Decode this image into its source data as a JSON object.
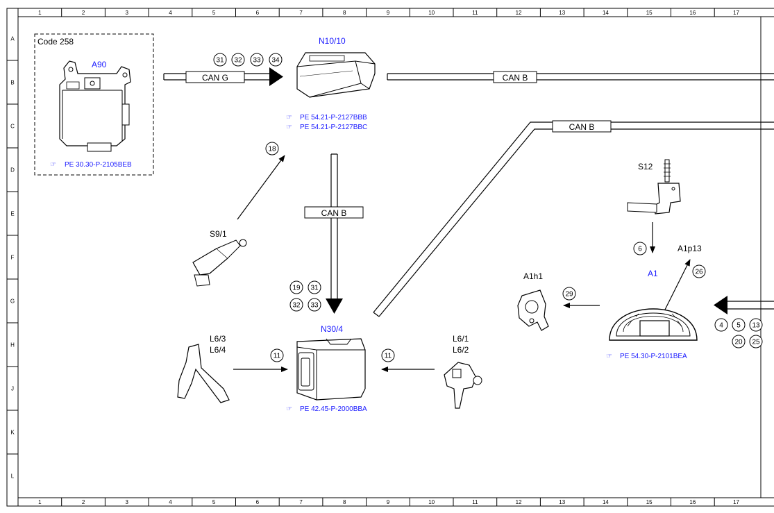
{
  "grid": {
    "columns": [
      "1",
      "2",
      "3",
      "4",
      "5",
      "6",
      "7",
      "8",
      "9",
      "10",
      "11",
      "12",
      "13",
      "14",
      "15",
      "16",
      "17"
    ],
    "rows": [
      "A",
      "B",
      "C",
      "D",
      "E",
      "F",
      "G",
      "H",
      "J",
      "K",
      "L"
    ]
  },
  "code_box": {
    "label": "Code 258"
  },
  "components": {
    "a90": {
      "label": "A90",
      "ref": "PE 30.30-P-2105BEB"
    },
    "n10": {
      "label": "N10/10",
      "ref1": "PE 54.21-P-2127BBB",
      "ref2": "PE 54.21-P-2127BBC"
    },
    "n30": {
      "label": "N30/4",
      "ref": "PE 42.45-P-2000BBA"
    },
    "a1": {
      "label": "A1",
      "ref": "PE 54.30-P-2101BEA"
    },
    "s91": {
      "label": "S9/1"
    },
    "s12": {
      "label": "S12"
    },
    "a1h1": {
      "label": "A1h1"
    },
    "a1p13": {
      "label": "A1p13"
    },
    "l63": {
      "label1": "L6/3",
      "label2": "L6/4"
    },
    "l61": {
      "label1": "L6/1",
      "label2": "L6/2"
    }
  },
  "buses": {
    "can_g": "CAN G",
    "can_b_top": "CAN B",
    "can_b_diag": "CAN B",
    "can_b_vertical": "CAN B"
  },
  "signals": {
    "can_g_group": [
      "31",
      "32",
      "33",
      "34"
    ],
    "s91_arrow": "18",
    "nvert_group": [
      "19",
      "31",
      "32",
      "33"
    ],
    "l63_arrow": "11",
    "l61_arrow": "11",
    "s12_arrow": "6",
    "a1p13_arrow": "26",
    "a1h1_arrow": "29",
    "right_group_row1": [
      "4",
      "5",
      "13"
    ],
    "right_group_row2": [
      "20",
      "25"
    ]
  }
}
